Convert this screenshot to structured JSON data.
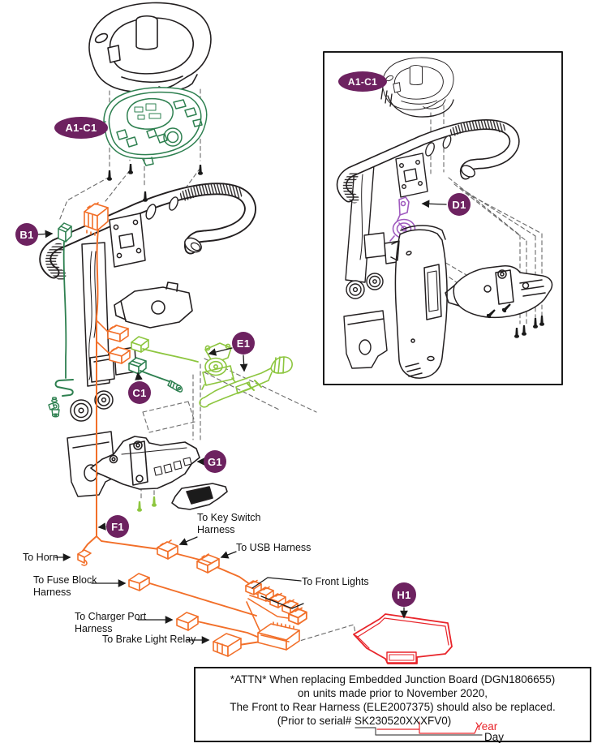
{
  "diagram": {
    "callouts": {
      "a1c1_main": "A1-C1",
      "a1c1_inset": "A1-C1",
      "b1": "B1",
      "c1": "C1",
      "d1": "D1",
      "e1": "E1",
      "f1": "F1",
      "g1": "G1",
      "h1": "H1"
    },
    "harness_labels": {
      "horn": "To Horn",
      "key_switch_1": "To Key Switch",
      "key_switch_2": "Harness",
      "usb": "To USB Harness",
      "fuse_1": "To Fuse Block",
      "fuse_2": "Harness",
      "charger_1": "To Charger Port",
      "charger_2": "Harness",
      "brake": "To Brake Light Relay",
      "front_lights": "To Front Lights"
    },
    "attention_box": {
      "line1": "*ATTN* When replacing Embedded Junction Board (DGN1806655)",
      "line2": "on units made prior to November 2020,",
      "line3": "The Front to Rear Harness (ELE2007375) should also be replaced.",
      "line4": "(Prior to serial# SK230520XXXFV0)",
      "year_label": "Year",
      "day_label": "Day"
    },
    "colors": {
      "callout_bg": "#6d2260",
      "dark_green": "#2e8050",
      "light_green": "#8dc63f",
      "orange": "#f26f29",
      "red": "#e8242a",
      "purple": "#a05bbf",
      "line": "#231f20"
    }
  }
}
